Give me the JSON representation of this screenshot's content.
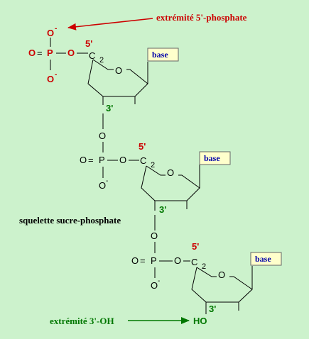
{
  "labels": {
    "end5": "extrémité 5'-phosphate",
    "end3": "extrémité 3'-OH",
    "backbone": "squelette sucre-phosphate",
    "ho": "HO"
  },
  "atoms": {
    "O": "O",
    "P": "P",
    "C": "C",
    "sub2": "2",
    "neg": "-",
    "eq": "="
  },
  "primes": {
    "five": "5'",
    "three": "3'"
  },
  "base_label": "base",
  "colors": {
    "background": "#ccf2cc",
    "red": "#cc0000",
    "green": "#007700",
    "blue": "#0000aa",
    "base_box": "#ffffcc"
  }
}
